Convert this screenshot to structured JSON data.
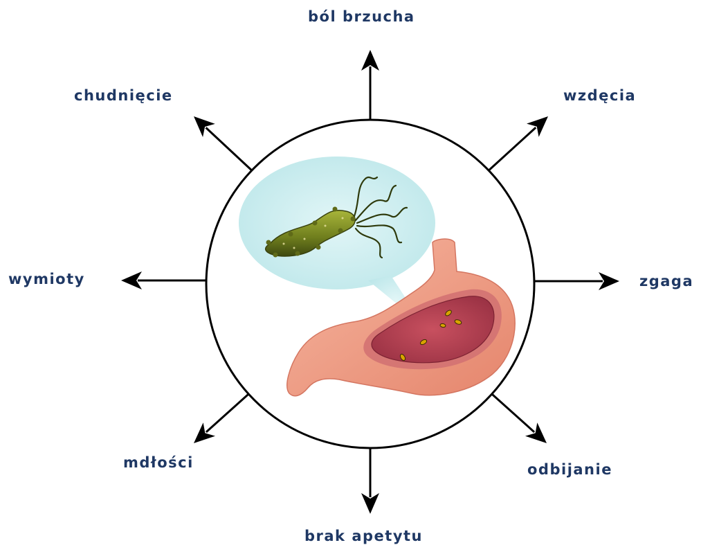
{
  "colors": {
    "label": "#1f3864",
    "arrow": "#000000",
    "bubble": "#cdeff1",
    "bacterium": "#6e7d1d",
    "stomach_outer": "#ee9a82",
    "stomach_lining": "#b04656"
  },
  "symptoms": [
    {
      "id": "bol-brzucha",
      "text": "ból brzucha",
      "direction": "up"
    },
    {
      "id": "wzdecia",
      "text": "wzdęcia",
      "direction": "up-right"
    },
    {
      "id": "zgaga",
      "text": "zgaga",
      "direction": "right"
    },
    {
      "id": "odbijanie",
      "text": "odbijanie",
      "direction": "down-right"
    },
    {
      "id": "brak-apetytu",
      "text": "brak apetytu",
      "direction": "down"
    },
    {
      "id": "mdlosci",
      "text": "mdłości",
      "direction": "down-left"
    },
    {
      "id": "wymioty",
      "text": "wymioty",
      "direction": "left"
    },
    {
      "id": "chudniecie",
      "text": "chudnięcie",
      "direction": "up-left"
    }
  ],
  "center_illustration": {
    "icons": [
      "bacterium-icon",
      "stomach-icon",
      "speech-bubble-icon"
    ]
  }
}
